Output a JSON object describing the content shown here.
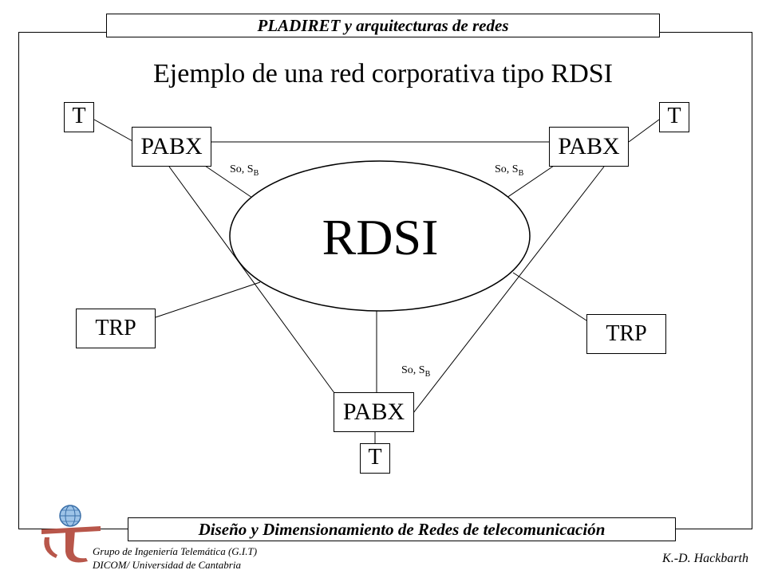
{
  "header": {
    "banner": "PLADIRET y arquitecturas de redes"
  },
  "title": "Ejemplo de una red corporativa tipo RDSI",
  "diagram": {
    "cloud_label": "RDSI",
    "pabx_label": "PABX",
    "terminal_label": "T",
    "trp_label": "TRP",
    "interface_label": "So, S",
    "interface_sub": "B"
  },
  "footer": {
    "banner": "Diseño y Dimensionamiento de Redes de telecomunicación",
    "group_line1": "Grupo de Ingeniería Telemática (G.I.T)",
    "group_line2": "DICOM/ Universidad de Cantabria",
    "author": "K.-D. Hackbarth"
  }
}
